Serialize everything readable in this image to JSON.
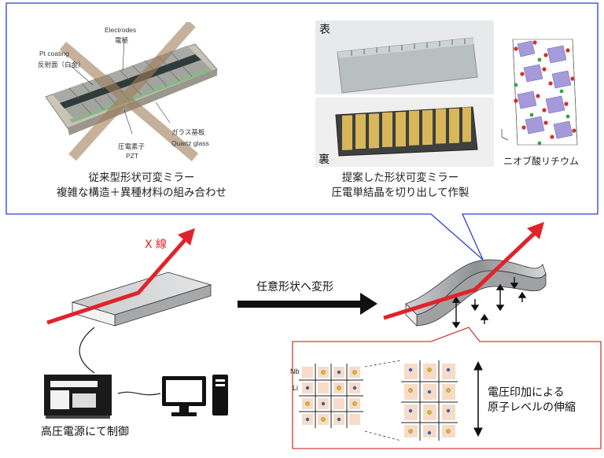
{
  "top_panel": {
    "conventional": {
      "labels": {
        "electrodes_en": "Electrodes",
        "electrodes_jp": "電極",
        "pt_coating_en": "Pt coating",
        "pt_coating_jp": "反射面（白金）",
        "glass_jp": "ガラス基板",
        "glass_en": "Quartz glass",
        "pzt_jp": "圧電素子",
        "pzt_en": "PZT"
      },
      "caption_line1": "従来型形状可変ミラー",
      "caption_line2": "複雑な構造＋異種材料の組み合わせ"
    },
    "proposed": {
      "front_label": "表",
      "back_label": "裏",
      "crystal_label": "ニオブ酸リチウム",
      "caption_line1": "提案した形状可変ミラー",
      "caption_line2": "圧電単結晶を切り出して作製"
    }
  },
  "bottom": {
    "xray_label": "X 線",
    "deform_label": "任意形状へ変形",
    "power_label": "高圧電源にて制御",
    "nb_label": "Nb",
    "li_label": "Li",
    "voltage_label_line1": "電圧印加による",
    "voltage_label_line2": "原子レベルの伸縮"
  },
  "colors": {
    "callout_border": "#2a3fd6",
    "detail_border": "#d23a3a",
    "xray_arrow": "#e0232a",
    "cross": "#a08060"
  }
}
